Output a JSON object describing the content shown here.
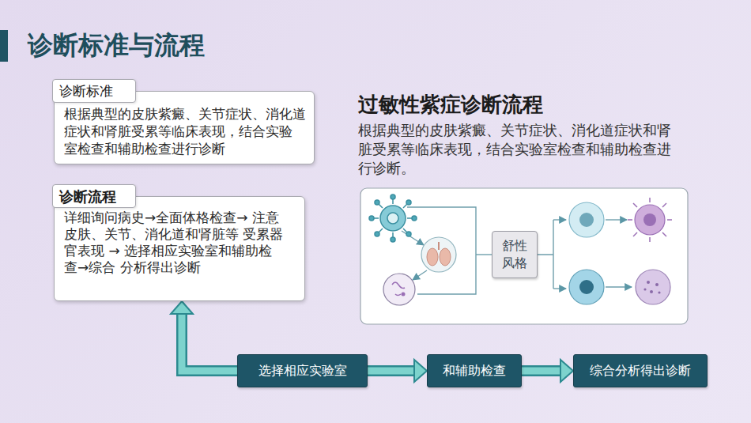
{
  "diagram": {
    "title": "诊断标准与流程",
    "nodes": [
      {
        "text": [
          "诊断标准",
          "根据典型的皮肤紫癜、关节症状、消化道 症状和肾脏受累等临床表现，结合实验 室检查和辅助检查进行诊断"
        ]
      },
      {
        "text": [
          "诊断流程",
          "详细询问病史→全面体格检查→ 注意皮肤、关节、消化道和肾脏等 受累器官表现 → 选择相应实验室和辅助检查→综合 分析得出诊断"
        ]
      },
      {
        "text": [
          "舒性 风格"
        ]
      },
      {
        "text": [
          "选择相应实验室"
        ]
      },
      {
        "text": [
          "和辅助检查"
        ]
      },
      {
        "text": [
          "综合分析得出诊断"
        ]
      }
    ],
    "edges": [
      {
        "from": 3,
        "to": 1,
        "arrow": "to"
      },
      {
        "from": 3,
        "to": 4,
        "arrow": "to"
      },
      {
        "from": 4,
        "to": 5,
        "arrow": "to"
      }
    ],
    "labels": [
      "过敏性紫症诊断流程",
      "根据典型的皮肤紫癜、关节症状、消化道症状和肾 脏受累等临床表现，结合实验室检查和辅助检查进 行诊断。"
    ]
  }
}
